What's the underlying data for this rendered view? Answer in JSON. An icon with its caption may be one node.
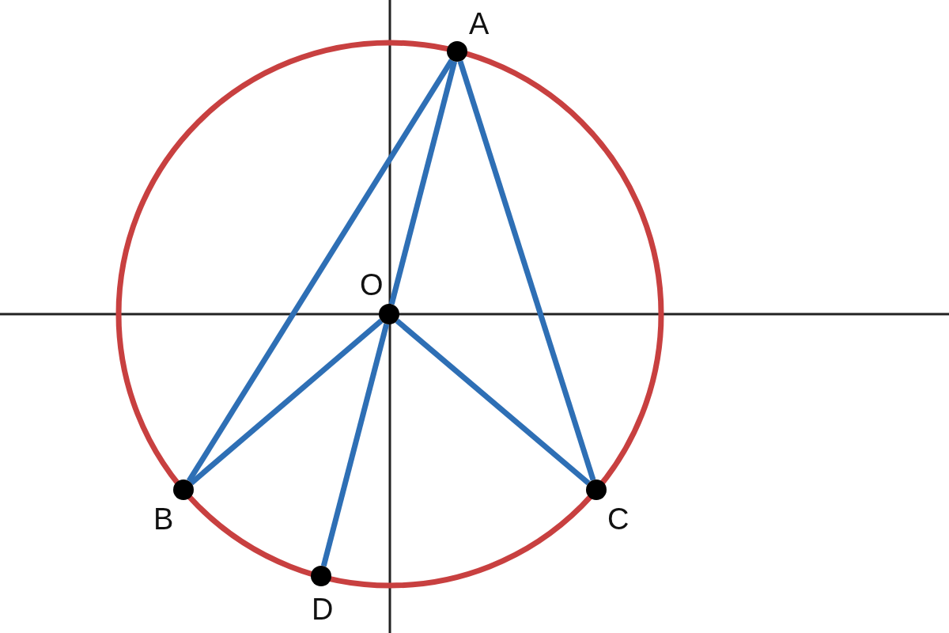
{
  "diagram": {
    "nodes": [
      {
        "text": [
          "A"
        ]
      },
      {
        "text": [
          "O"
        ]
      },
      {
        "text": [
          "B"
        ]
      },
      {
        "text": [
          "C"
        ]
      },
      {
        "text": [
          "D"
        ]
      }
    ],
    "edges": [
      {
        "from": 0,
        "to": 2,
        "arrow": "none"
      },
      {
        "from": 0,
        "to": 1,
        "arrow": "none"
      },
      {
        "from": 0,
        "to": 3,
        "arrow": "none"
      },
      {
        "from": 1,
        "to": 2,
        "arrow": "none"
      },
      {
        "from": 1,
        "to": 3,
        "arrow": "none"
      },
      {
        "from": 1,
        "to": 4,
        "arrow": "none"
      }
    ]
  }
}
